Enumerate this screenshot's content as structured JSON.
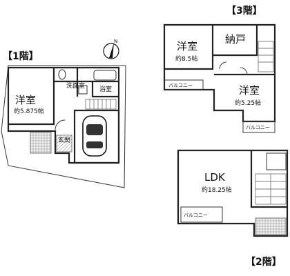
{
  "floor1": {
    "label": "【1階】",
    "rooms": {
      "western": {
        "name": "洋室",
        "area": "約5.875帖"
      },
      "washroom": {
        "name": "洗面室"
      },
      "bathroom": {
        "name": "浴室"
      },
      "entrance": {
        "name": "玄関"
      }
    }
  },
  "floor2": {
    "label": "【2階】",
    "rooms": {
      "ldk": {
        "name": "LDK",
        "area": "約18.25帖"
      },
      "balcony": {
        "name": "バルコニー"
      }
    }
  },
  "floor3": {
    "label": "【3階】",
    "rooms": {
      "western_a": {
        "name": "洋室",
        "area": "約8.5帖"
      },
      "storage": {
        "name": "納戸"
      },
      "western_b": {
        "name": "洋室",
        "area": "約5.25帖"
      },
      "balcony_a": {
        "name": "バルコニー"
      },
      "balcony_b": {
        "name": "バルコニー"
      }
    }
  },
  "compass": {
    "north_mark": "N"
  },
  "icons": {
    "compass": "north-arrow-icon",
    "car": "car-icon"
  }
}
